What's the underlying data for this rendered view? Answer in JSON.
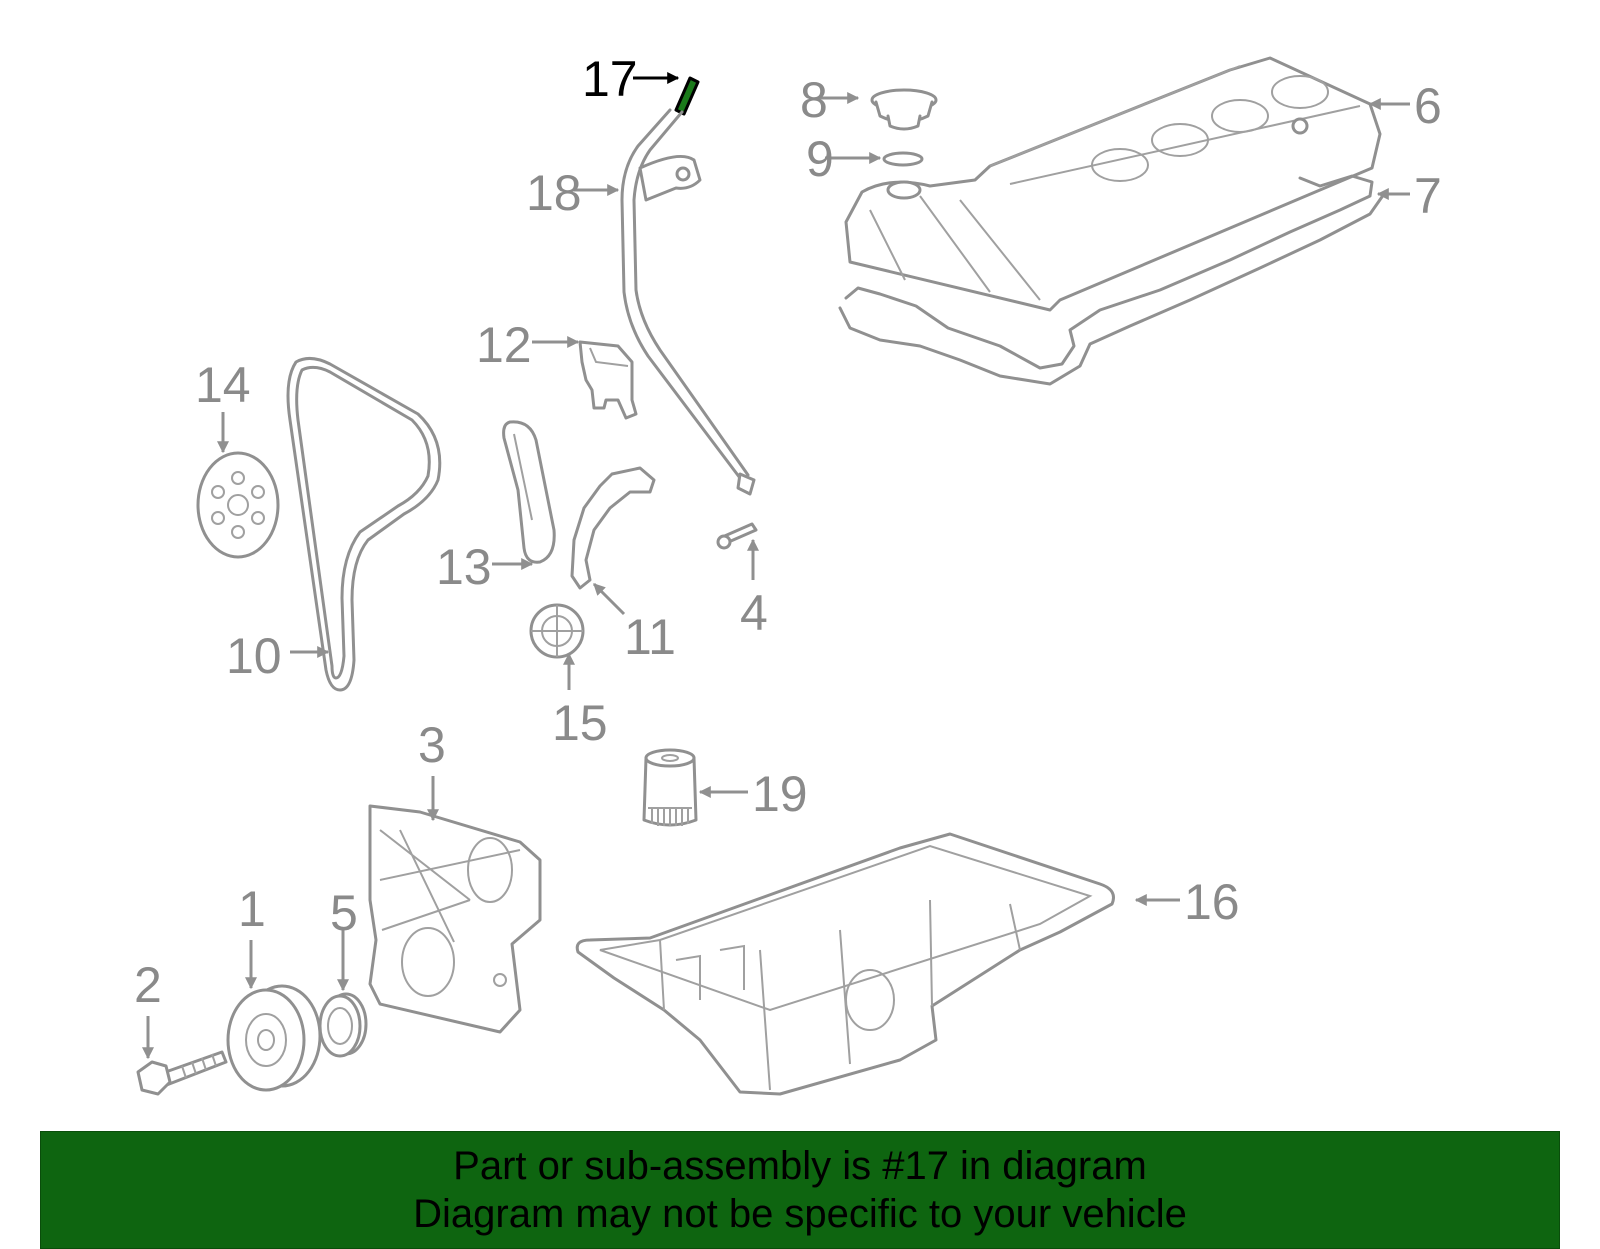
{
  "diagram": {
    "highlighted_part": "17",
    "highlight_color": "#1a7a1a",
    "part_color": "#909090",
    "callouts": [
      "1",
      "2",
      "3",
      "4",
      "5",
      "6",
      "7",
      "8",
      "9",
      "10",
      "11",
      "12",
      "13",
      "14",
      "15",
      "16",
      "17",
      "18",
      "19"
    ]
  },
  "banner": {
    "line1": "Part or sub-assembly is #17 in diagram",
    "line2": "Diagram may not be specific to your vehicle",
    "background": "#0e6510"
  }
}
